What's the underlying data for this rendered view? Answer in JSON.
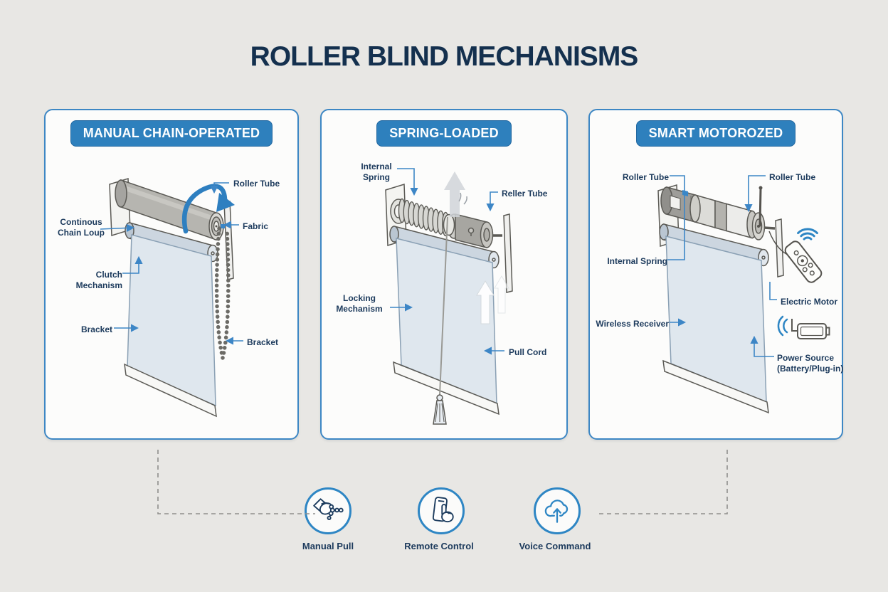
{
  "title": "ROLLER BLIND MECHANISMS",
  "colors": {
    "background": "#E8E7E4",
    "panel_background": "#FCFCFB",
    "panel_border": "#3D87C4",
    "badge_blue": "#2E80BD",
    "navy_text": "#1C3A5C",
    "title_navy": "#14304E",
    "arrow_blue": "#3D86C6",
    "fabric_blue": "#DFE7EE",
    "tube_gray": "#B6B5B0",
    "connector_gray": "#8F8F8C"
  },
  "panels": [
    {
      "header": "MANUAL CHAIN-OPERATED",
      "labels": [
        {
          "text": "Roller Tube"
        },
        {
          "text": "Continous Chain Loup"
        },
        {
          "text": "Fabric"
        },
        {
          "text": "Clutch Mechanism"
        },
        {
          "text": "Bracket"
        },
        {
          "text": "Bracket"
        }
      ]
    },
    {
      "header": "SPRING-LOADED",
      "labels": [
        {
          "text": "Internal Spring"
        },
        {
          "text": "Reller Tube"
        },
        {
          "text": "Locking Mechanism"
        },
        {
          "text": "Pull Cord"
        }
      ]
    },
    {
      "header": "SMART MOTOROZED",
      "labels": [
        {
          "text": "Roller Tube"
        },
        {
          "text": "Roller Tube"
        },
        {
          "text": "Internal Spring"
        },
        {
          "text": "Wireless Receiver"
        },
        {
          "text": "Electric Motor"
        },
        {
          "text": "Power Source (Battery/Plug-in)"
        }
      ]
    }
  ],
  "footer": {
    "items": [
      {
        "label": "Manual Pull",
        "icon": "hand-pull-chain-icon"
      },
      {
        "label": "Remote Control",
        "icon": "phone-tap-icon"
      },
      {
        "label": "Voice Command",
        "icon": "cloud-voice-icon"
      }
    ]
  }
}
